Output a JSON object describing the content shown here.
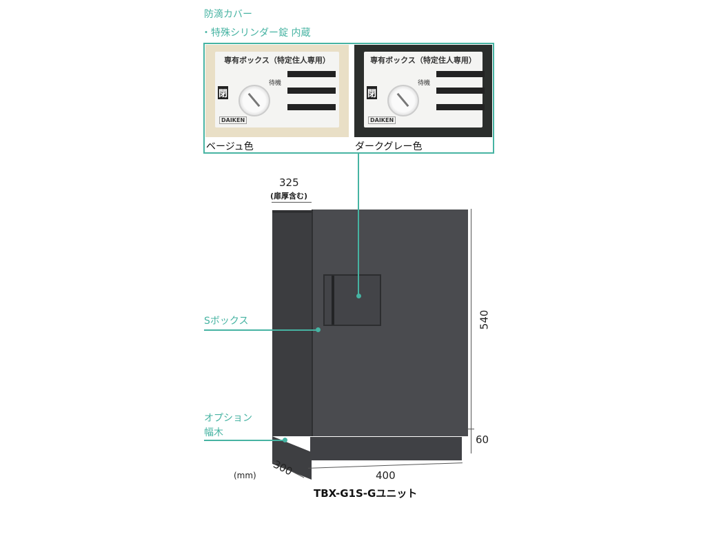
{
  "feature_title": {
    "line1": "防滴カバー",
    "line2": "・特殊シリンダー錠 内蔵"
  },
  "photos": [
    {
      "label": "ベージュ色",
      "background": "#e9dfc6",
      "plate_text": "専有ボックス（特定住人専用）",
      "close_mark": "閉",
      "standby": "待機",
      "brand": "DAIKEN"
    },
    {
      "label": "ダークグレー色",
      "background": "#2b2e2c",
      "plate_text": "専有ボックス（特定住人専用）",
      "close_mark": "閉",
      "standby": "待機",
      "brand": "DAIKEN"
    }
  ],
  "callouts": {
    "box": "Sボックス",
    "option_line1": "オプション",
    "option_line2": "幅木"
  },
  "dimensions": {
    "depth_door": "325",
    "depth_door_note": "(扉厚含む)",
    "height": "540",
    "base_height": "60",
    "depth": "300",
    "width": "400",
    "unit": "(mm)"
  },
  "product_name": "TBX-G1S-Gユニット",
  "colors": {
    "accent": "#46b3a2",
    "cabinet_front": "#4a4b4f",
    "cabinet_side": "#3c3d40"
  }
}
